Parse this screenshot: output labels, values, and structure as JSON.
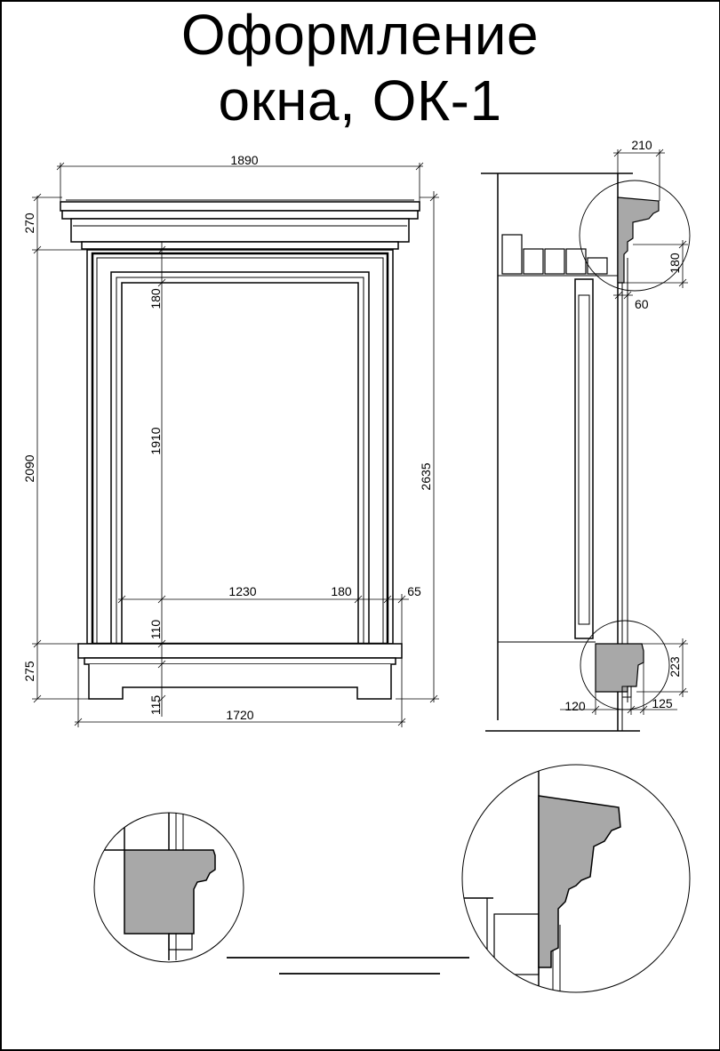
{
  "title": {
    "line1": "Оформление",
    "line2": "окна, ОК-1"
  },
  "colors": {
    "line": "#000000",
    "profile_fill": "#a8a8a8",
    "background": "#ffffff"
  },
  "front_view": {
    "overall_width": "1890",
    "cornice_height": "270",
    "frame_height": "2090",
    "overall_height": "2635",
    "frieze_depth": "180",
    "opening_height": "1910",
    "opening_width": "1230",
    "casing_width": "180",
    "casing_offset": "65",
    "sill_height": "110",
    "sill_block_height": "275",
    "base_height": "115",
    "base_width": "1720"
  },
  "side_view": {
    "cornice_projection": "210",
    "cornice_profile_height": "180",
    "casing_projection": "60",
    "sill_profile_height": "223",
    "sill_depth": "120",
    "sill_projection": "125"
  }
}
